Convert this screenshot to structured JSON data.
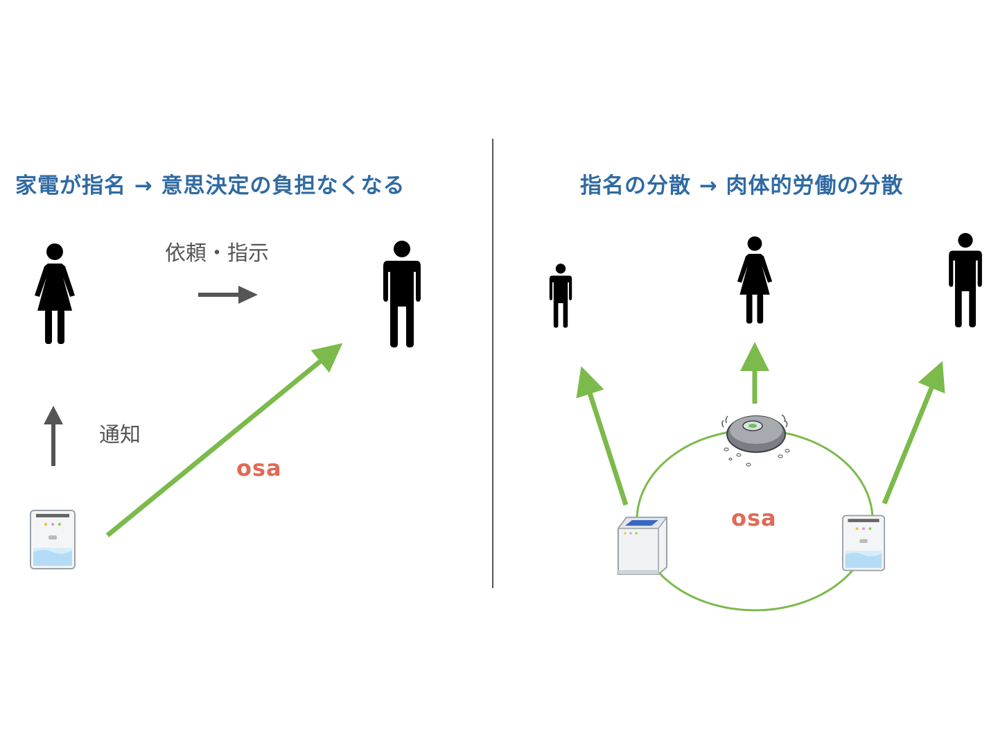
{
  "left": {
    "title": "家電が指名 →  意思決定の負担なくなる",
    "request_label": "依頼・指示",
    "notify_label": "通知",
    "system_label": "osa"
  },
  "right": {
    "title": "指名の分散 →  肉体的労働の分散",
    "system_label": "osa"
  },
  "colors": {
    "title": "#2f6aa3",
    "osa": "#e06a55",
    "green": "#7bba4b",
    "dark_arrow": "#555555",
    "divider": "#555555"
  },
  "icons": [
    "woman-icon",
    "man-icon",
    "dehumidifier-icon",
    "washing-machine-icon",
    "robot-vacuum-icon"
  ]
}
